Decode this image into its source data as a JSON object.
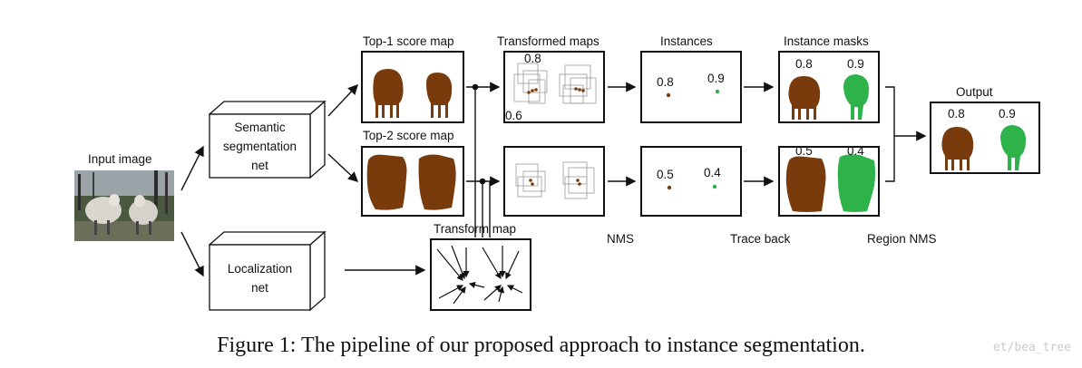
{
  "labels": {
    "input_image": "Input image",
    "semantic_line1": "Semantic",
    "semantic_line2": "segmentation",
    "semantic_line3": "net",
    "localization_line1": "Localization",
    "localization_line2": "net",
    "top1": "Top-1 score map",
    "top2": "Top-2 score map",
    "transformed_maps": "Transformed maps",
    "instances": "Instances",
    "instance_masks": "Instance masks",
    "output": "Output",
    "transform_map": "Transform map",
    "nms": "NMS",
    "trace_back": "Trace back",
    "region_nms": "Region NMS"
  },
  "scores": {
    "t_top": "0.8",
    "t_bottom": "0.6",
    "inst_top_a": "0.8",
    "inst_top_b": "0.9",
    "inst_bot_a": "0.5",
    "inst_bot_b": "0.4",
    "mask_top_a": "0.8",
    "mask_top_b": "0.9",
    "mask_bot_a": "0.5",
    "mask_bot_b": "0.4",
    "out_a": "0.8",
    "out_b": "0.9"
  },
  "caption": "Figure 1: The pipeline of our proposed approach to instance segmentation.",
  "watermark": "et/bea_tree",
  "colors": {
    "brown": "#7a3b0c",
    "green": "#2db34a"
  }
}
